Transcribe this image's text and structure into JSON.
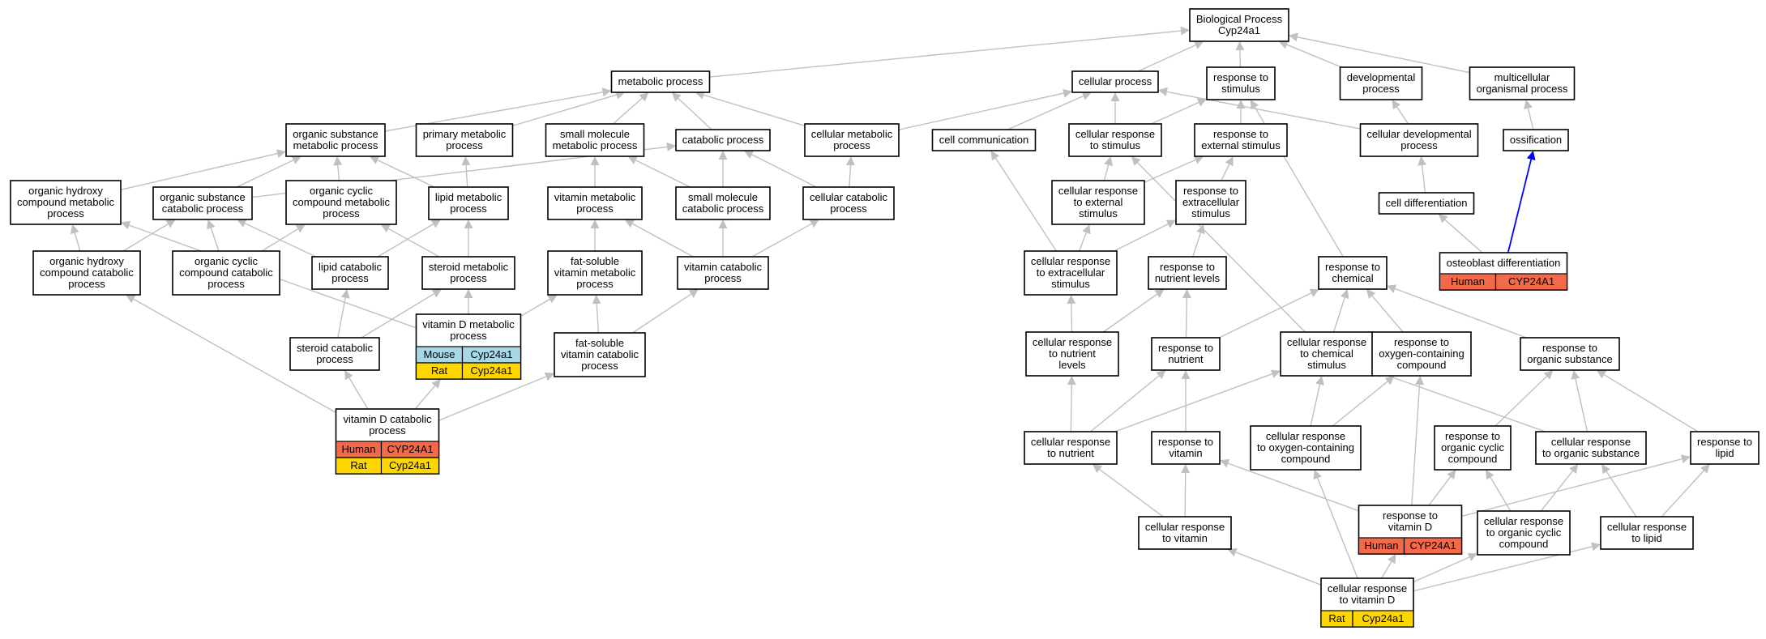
{
  "colors": {
    "Human": "#f4694a",
    "Mouse": "#a8d8e8",
    "Rat": "#ffd700",
    "edge": "#c0c0c0",
    "highlight_edge": "#0000ff"
  },
  "nodes": [
    {
      "id": "bp",
      "lines": [
        "Biological Process",
        "Cyp24a1"
      ]
    },
    {
      "id": "metabolic",
      "lines": [
        "metabolic process"
      ]
    },
    {
      "id": "cellular",
      "lines": [
        "cellular process"
      ]
    },
    {
      "id": "resp_stim",
      "lines": [
        "response to",
        "stimulus"
      ]
    },
    {
      "id": "developmental",
      "lines": [
        "developmental",
        "process"
      ]
    },
    {
      "id": "multicellular",
      "lines": [
        "multicellular",
        "organismal process"
      ]
    },
    {
      "id": "org_sub_met",
      "lines": [
        "organic substance",
        "metabolic process"
      ]
    },
    {
      "id": "primary_met",
      "lines": [
        "primary metabolic",
        "process"
      ]
    },
    {
      "id": "small_mol_met",
      "lines": [
        "small molecule",
        "metabolic process"
      ]
    },
    {
      "id": "catabolic",
      "lines": [
        "catabolic process"
      ]
    },
    {
      "id": "cell_met",
      "lines": [
        "cellular metabolic",
        "process"
      ]
    },
    {
      "id": "cell_comm",
      "lines": [
        "cell communication"
      ]
    },
    {
      "id": "cell_resp_stim",
      "lines": [
        "cellular response",
        "to stimulus"
      ]
    },
    {
      "id": "resp_ext",
      "lines": [
        "response to",
        "external stimulus"
      ]
    },
    {
      "id": "cell_dev",
      "lines": [
        "cellular developmental",
        "process"
      ]
    },
    {
      "id": "ossification",
      "lines": [
        "ossification"
      ]
    },
    {
      "id": "org_hydroxy_met",
      "lines": [
        "organic hydroxy",
        "compound metabolic",
        "process"
      ]
    },
    {
      "id": "org_sub_cat",
      "lines": [
        "organic substance",
        "catabolic process"
      ]
    },
    {
      "id": "org_cyc_met",
      "lines": [
        "organic cyclic",
        "compound metabolic",
        "process"
      ]
    },
    {
      "id": "lipid_met",
      "lines": [
        "lipid metabolic",
        "process"
      ]
    },
    {
      "id": "vit_met",
      "lines": [
        "vitamin metabolic",
        "process"
      ]
    },
    {
      "id": "small_mol_cat",
      "lines": [
        "small molecule",
        "catabolic process"
      ]
    },
    {
      "id": "cell_cat",
      "lines": [
        "cellular catabolic",
        "process"
      ]
    },
    {
      "id": "cell_resp_ext",
      "lines": [
        "cellular response",
        "to external",
        "stimulus"
      ]
    },
    {
      "id": "resp_extracell",
      "lines": [
        "response to",
        "extracellular",
        "stimulus"
      ]
    },
    {
      "id": "cell_diff",
      "lines": [
        "cell differentiation"
      ]
    },
    {
      "id": "org_hydroxy_cat",
      "lines": [
        "organic hydroxy",
        "compound catabolic",
        "process"
      ]
    },
    {
      "id": "org_cyc_cat",
      "lines": [
        "organic cyclic",
        "compound catabolic",
        "process"
      ]
    },
    {
      "id": "lipid_cat",
      "lines": [
        "lipid catabolic",
        "process"
      ]
    },
    {
      "id": "steroid_met",
      "lines": [
        "steroid metabolic",
        "process"
      ]
    },
    {
      "id": "fat_vit_met",
      "lines": [
        "fat-soluble",
        "vitamin metabolic",
        "process"
      ]
    },
    {
      "id": "vit_cat",
      "lines": [
        "vitamin catabolic",
        "process"
      ]
    },
    {
      "id": "cell_resp_extracell",
      "lines": [
        "cellular response",
        "to extracellular",
        "stimulus"
      ]
    },
    {
      "id": "resp_nutr_lev",
      "lines": [
        "response to",
        "nutrient levels"
      ]
    },
    {
      "id": "resp_chem",
      "lines": [
        "response to",
        "chemical"
      ]
    },
    {
      "id": "osteoblast",
      "lines": [
        "osteoblast differentiation"
      ],
      "genes": [
        [
          "Human",
          "CYP24A1"
        ]
      ]
    },
    {
      "id": "steroid_cat",
      "lines": [
        "steroid catabolic",
        "process"
      ]
    },
    {
      "id": "vitD_met",
      "lines": [
        "vitamin D metabolic",
        "process"
      ],
      "genes": [
        [
          "Mouse",
          "Cyp24a1"
        ],
        [
          "Rat",
          "Cyp24a1"
        ]
      ]
    },
    {
      "id": "fat_vit_cat",
      "lines": [
        "fat-soluble",
        "vitamin catabolic",
        "process"
      ]
    },
    {
      "id": "cell_resp_nutr_lev",
      "lines": [
        "cellular response",
        "to nutrient",
        "levels"
      ]
    },
    {
      "id": "resp_nutr",
      "lines": [
        "response to",
        "nutrient"
      ]
    },
    {
      "id": "cell_resp_chem",
      "lines": [
        "cellular response",
        "to chemical",
        "stimulus"
      ]
    },
    {
      "id": "resp_oxy",
      "lines": [
        "response to",
        "oxygen-containing",
        "compound"
      ]
    },
    {
      "id": "resp_org_sub",
      "lines": [
        "response to",
        "organic substance"
      ]
    },
    {
      "id": "vitD_cat",
      "lines": [
        "vitamin D catabolic",
        "process"
      ],
      "genes": [
        [
          "Human",
          "CYP24A1"
        ],
        [
          "Rat",
          "Cyp24a1"
        ]
      ]
    },
    {
      "id": "cell_resp_nutr",
      "lines": [
        "cellular response",
        "to nutrient"
      ]
    },
    {
      "id": "resp_vit",
      "lines": [
        "response to",
        "vitamin"
      ]
    },
    {
      "id": "cell_resp_oxy",
      "lines": [
        "cellular response",
        "to oxygen-containing",
        "compound"
      ]
    },
    {
      "id": "resp_org_cyc",
      "lines": [
        "response to",
        "organic cyclic",
        "compound"
      ]
    },
    {
      "id": "cell_resp_org_sub",
      "lines": [
        "cellular response",
        "to organic substance"
      ]
    },
    {
      "id": "resp_lipid",
      "lines": [
        "response to",
        "lipid"
      ]
    },
    {
      "id": "cell_resp_vit",
      "lines": [
        "cellular response",
        "to vitamin"
      ]
    },
    {
      "id": "resp_vitD",
      "lines": [
        "response to",
        "vitamin D"
      ],
      "genes": [
        [
          "Human",
          "CYP24A1"
        ]
      ]
    },
    {
      "id": "cell_resp_org_cyc",
      "lines": [
        "cellular response",
        "to organic cyclic",
        "compound"
      ]
    },
    {
      "id": "cell_resp_lipid",
      "lines": [
        "cellular response",
        "to lipid"
      ]
    },
    {
      "id": "cell_resp_vitD",
      "lines": [
        "cellular response",
        "to vitamin D"
      ],
      "genes": [
        [
          "Rat",
          "Cyp24a1"
        ]
      ]
    }
  ],
  "edges": [
    [
      "metabolic",
      "bp"
    ],
    [
      "cellular",
      "bp"
    ],
    [
      "resp_stim",
      "bp"
    ],
    [
      "developmental",
      "bp"
    ],
    [
      "multicellular",
      "bp"
    ],
    [
      "org_sub_met",
      "metabolic"
    ],
    [
      "primary_met",
      "metabolic"
    ],
    [
      "small_mol_met",
      "metabolic"
    ],
    [
      "catabolic",
      "metabolic"
    ],
    [
      "cell_met",
      "metabolic"
    ],
    [
      "cell_met",
      "cellular"
    ],
    [
      "cell_comm",
      "cellular"
    ],
    [
      "cell_resp_stim",
      "cellular"
    ],
    [
      "cell_dev",
      "cellular"
    ],
    [
      "cell_resp_stim",
      "resp_stim"
    ],
    [
      "resp_ext",
      "resp_stim"
    ],
    [
      "resp_chem",
      "resp_stim"
    ],
    [
      "cell_dev",
      "developmental"
    ],
    [
      "ossification",
      "multicellular"
    ],
    [
      "org_hydroxy_met",
      "org_sub_met"
    ],
    [
      "org_sub_cat",
      "org_sub_met"
    ],
    [
      "org_cyc_met",
      "org_sub_met"
    ],
    [
      "lipid_met",
      "org_sub_met"
    ],
    [
      "lipid_met",
      "primary_met"
    ],
    [
      "vit_met",
      "small_mol_met"
    ],
    [
      "small_mol_cat",
      "small_mol_met"
    ],
    [
      "org_sub_cat",
      "catabolic"
    ],
    [
      "small_mol_cat",
      "catabolic"
    ],
    [
      "cell_cat",
      "catabolic"
    ],
    [
      "cell_cat",
      "cell_met"
    ],
    [
      "cell_resp_ext",
      "cell_resp_stim"
    ],
    [
      "cell_resp_ext",
      "resp_ext"
    ],
    [
      "resp_extracell",
      "resp_ext"
    ],
    [
      "cell_resp_chem",
      "cell_resp_stim"
    ],
    [
      "cell_diff",
      "cell_dev"
    ],
    [
      "org_hydroxy_cat",
      "org_hydroxy_met"
    ],
    [
      "org_hydroxy_cat",
      "org_sub_cat"
    ],
    [
      "org_cyc_cat",
      "org_sub_cat"
    ],
    [
      "org_cyc_cat",
      "org_cyc_met"
    ],
    [
      "lipid_cat",
      "org_sub_cat"
    ],
    [
      "lipid_cat",
      "lipid_met"
    ],
    [
      "steroid_met",
      "org_cyc_met"
    ],
    [
      "steroid_met",
      "lipid_met"
    ],
    [
      "fat_vit_met",
      "vit_met"
    ],
    [
      "vit_cat",
      "vit_met"
    ],
    [
      "vit_cat",
      "small_mol_cat"
    ],
    [
      "vit_cat",
      "cell_cat"
    ],
    [
      "cell_resp_extracell",
      "cell_resp_ext"
    ],
    [
      "cell_resp_extracell",
      "resp_extracell"
    ],
    [
      "cell_resp_extracell",
      "cell_comm"
    ],
    [
      "resp_nutr_lev",
      "resp_extracell"
    ],
    [
      "osteoblast",
      "cell_diff"
    ],
    [
      "steroid_cat",
      "lipid_cat"
    ],
    [
      "steroid_cat",
      "steroid_met"
    ],
    [
      "vitD_met",
      "steroid_met"
    ],
    [
      "vitD_met",
      "fat_vit_met"
    ],
    [
      "vitD_met",
      "org_hydroxy_met"
    ],
    [
      "fat_vit_cat",
      "fat_vit_met"
    ],
    [
      "fat_vit_cat",
      "vit_cat"
    ],
    [
      "cell_resp_nutr_lev",
      "cell_resp_extracell"
    ],
    [
      "cell_resp_nutr_lev",
      "resp_nutr_lev"
    ],
    [
      "resp_nutr",
      "resp_nutr_lev"
    ],
    [
      "resp_nutr",
      "resp_chem"
    ],
    [
      "cell_resp_chem",
      "resp_chem"
    ],
    [
      "resp_oxy",
      "resp_chem"
    ],
    [
      "resp_org_sub",
      "resp_chem"
    ],
    [
      "vitD_cat",
      "steroid_cat"
    ],
    [
      "vitD_cat",
      "vitD_met"
    ],
    [
      "vitD_cat",
      "fat_vit_cat"
    ],
    [
      "vitD_cat",
      "org_hydroxy_cat"
    ],
    [
      "cell_resp_nutr",
      "cell_resp_nutr_lev"
    ],
    [
      "cell_resp_nutr",
      "resp_nutr"
    ],
    [
      "cell_resp_nutr",
      "cell_resp_chem"
    ],
    [
      "resp_vit",
      "resp_nutr"
    ],
    [
      "cell_resp_oxy",
      "cell_resp_chem"
    ],
    [
      "cell_resp_oxy",
      "resp_oxy"
    ],
    [
      "resp_org_cyc",
      "resp_org_sub"
    ],
    [
      "cell_resp_org_sub",
      "resp_org_sub"
    ],
    [
      "cell_resp_org_sub",
      "cell_resp_chem"
    ],
    [
      "resp_lipid",
      "resp_org_sub"
    ],
    [
      "cell_resp_vit",
      "resp_vit"
    ],
    [
      "cell_resp_vit",
      "cell_resp_nutr"
    ],
    [
      "resp_vitD",
      "resp_vit"
    ],
    [
      "resp_vitD",
      "resp_oxy"
    ],
    [
      "resp_vitD",
      "resp_org_cyc"
    ],
    [
      "resp_vitD",
      "resp_lipid"
    ],
    [
      "cell_resp_org_cyc",
      "resp_org_cyc"
    ],
    [
      "cell_resp_org_cyc",
      "cell_resp_org_sub"
    ],
    [
      "cell_resp_lipid",
      "resp_lipid"
    ],
    [
      "cell_resp_lipid",
      "cell_resp_org_sub"
    ],
    [
      "cell_resp_vitD",
      "cell_resp_vit"
    ],
    [
      "cell_resp_vitD",
      "resp_vitD"
    ],
    [
      "cell_resp_vitD",
      "cell_resp_oxy"
    ],
    [
      "cell_resp_vitD",
      "cell_resp_org_cyc"
    ],
    [
      "cell_resp_vitD",
      "cell_resp_lipid"
    ]
  ],
  "highlight_edges": [
    [
      "osteoblast",
      "ossification"
    ]
  ]
}
